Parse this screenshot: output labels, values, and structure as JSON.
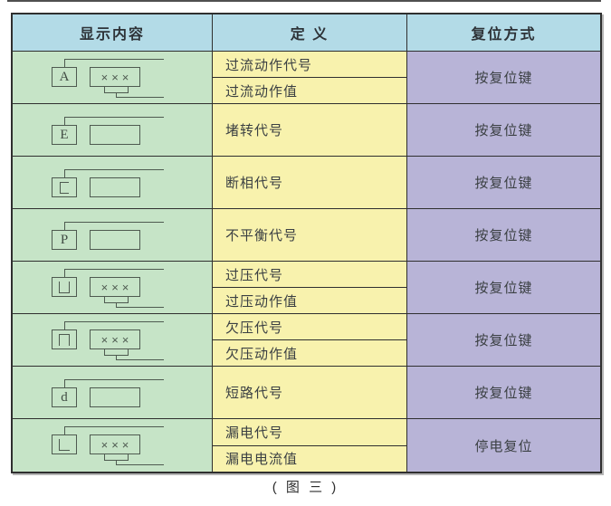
{
  "caption": "( 图 三 )",
  "colors": {
    "header_bg": "#b3dbe7",
    "display_column_bg": "#c6e4c7",
    "definition_column_bg": "#f8f2ad",
    "reset_column_bg": "#b8b4d7",
    "grid_line": "#2f2f2f",
    "icon_line": "#4e5a50"
  },
  "table": {
    "headers": [
      {
        "label": "显示内容"
      },
      {
        "label": "定 义"
      },
      {
        "label": "复位方式"
      }
    ],
    "rows": [
      {
        "symbol": {
          "kind": "letter",
          "value": "A"
        },
        "display_value": "×××",
        "definitions": [
          "过流动作代号",
          "过流动作值"
        ],
        "reset": "按复位键"
      },
      {
        "symbol": {
          "kind": "letter",
          "value": "E"
        },
        "display_value": "",
        "definitions": [
          "堵转代号"
        ],
        "reset": "按复位键"
      },
      {
        "symbol": {
          "kind": "shape",
          "value": "open-right"
        },
        "display_value": "",
        "definitions": [
          "断相代号"
        ],
        "reset": "按复位键"
      },
      {
        "symbol": {
          "kind": "letter",
          "value": "P"
        },
        "display_value": "",
        "definitions": [
          "不平衡代号"
        ],
        "reset": "按复位键"
      },
      {
        "symbol": {
          "kind": "shape",
          "value": "open-top"
        },
        "display_value": "×××",
        "definitions": [
          "过压代号",
          "过压动作值"
        ],
        "reset": "按复位键"
      },
      {
        "symbol": {
          "kind": "shape",
          "value": "open-bottom"
        },
        "display_value": "×××",
        "definitions": [
          "欠压代号",
          "欠压动作值"
        ],
        "reset": "按复位键"
      },
      {
        "symbol": {
          "kind": "letter",
          "value": "d"
        },
        "display_value": "",
        "definitions": [
          "短路代号"
        ],
        "reset": "按复位键"
      },
      {
        "symbol": {
          "kind": "shape",
          "value": "seg-L"
        },
        "display_value": "×××",
        "definitions": [
          "漏电代号",
          "漏电电流值"
        ],
        "reset": "停电复位"
      }
    ]
  }
}
